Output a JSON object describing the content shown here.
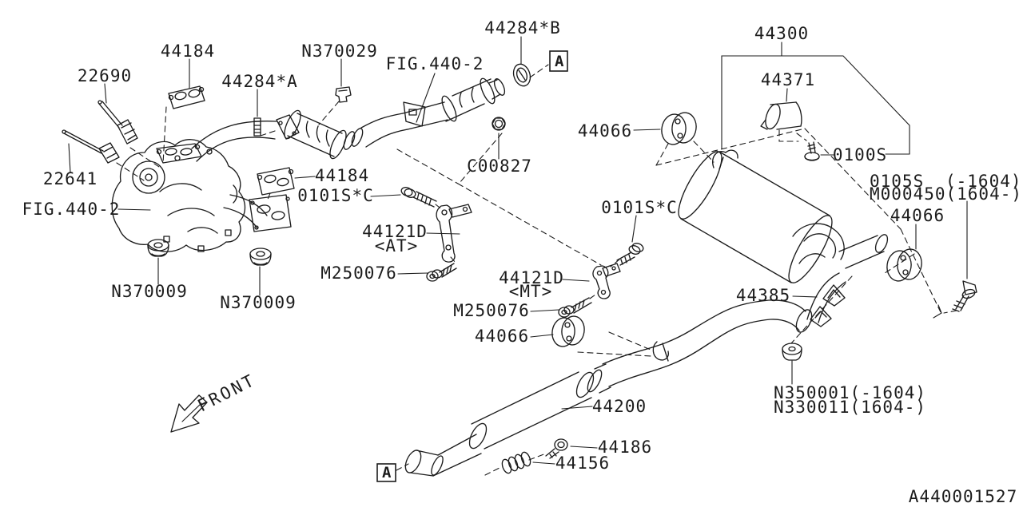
{
  "colors": {
    "ink": "#1c1c1c",
    "background": "#ffffff"
  },
  "drawing_number": "A440001527",
  "front_direction": "FRONT",
  "section_marker": "A",
  "figure_refs": {
    "top": "FIG.440-2",
    "left": "FIG.440-2"
  },
  "labels": {
    "sensor_22690": "22690",
    "sensor_22641": "22641",
    "gasket_44184_top": "44184",
    "gasket_44184_right": "44184",
    "stud_44284_a": "44284*A",
    "ring_44284_b": "44284*B",
    "nut_n370029": "N370029",
    "muffler_44300": "44300",
    "clamp_44371": "44371",
    "hanger_44066_top": "44066",
    "hanger_44066_mid": "44066",
    "hanger_44066_right": "44066",
    "bolt_0100s": "0100S",
    "bolt_0105s_code": "0105S",
    "bolt_0105s_range": "(-1604)",
    "bolt_m000450": "M000450(1604-)",
    "nut_c00827": "C00827",
    "bolt_0101s_c_left": "0101S*C",
    "bolt_0101s_c_right": "0101S*C",
    "bracket_44121d_at": "44121D",
    "bracket_44121d_at_note": "<AT>",
    "bracket_44121d_mt": "44121D",
    "bracket_44121d_mt_note": "<MT>",
    "screw_m250076_left": "M250076",
    "screw_m250076_right": "M250076",
    "nut_n370009_left": "N370009",
    "nut_n370009_right": "N370009",
    "gasket_44385": "44385",
    "nut_n350001": "N350001(-1604)",
    "nut_n330011": "N330011(1604-)",
    "pipe_44200": "44200",
    "bolt_44186": "44186",
    "spring_44156": "44156"
  }
}
